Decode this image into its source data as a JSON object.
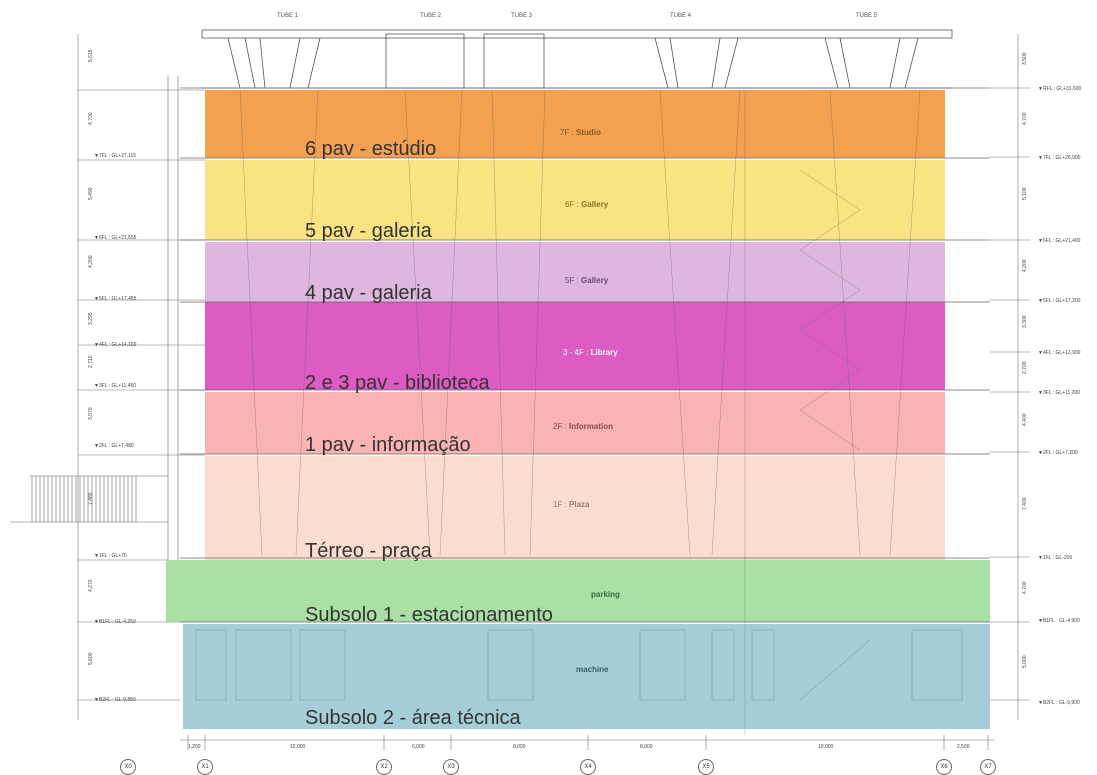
{
  "tubes": [
    "TUBE 1",
    "TUBE 2",
    "TUBE 3",
    "TUBE 4",
    "TUBE 5"
  ],
  "floors": [
    {
      "caption": "6 pav - estúdio",
      "tag_prefix": "7F : ",
      "tag_name": "Studio",
      "color": "#f08a24",
      "tag_color": "#8a5a20"
    },
    {
      "caption": "5 pav - galeria",
      "tag_prefix": "6F : ",
      "tag_name": "Gallery",
      "color": "#f8d95a",
      "tag_color": "#8a7320"
    },
    {
      "caption": "4 pav - galeria",
      "tag_prefix": "5F : ",
      "tag_name": "Gallery",
      "color": "#d7a4d4",
      "tag_color": "#6a4a6a"
    },
    {
      "caption": "2 e 3 pav - biblioteca",
      "tag_prefix": "3 - 4F : ",
      "tag_name": "Library",
      "color": "#d63fb8",
      "tag_color": "#ffffff"
    },
    {
      "caption": "1 pav - informação",
      "tag_prefix": "2F : ",
      "tag_name": "Information",
      "color": "#f79a9a",
      "tag_color": "#8a4a4a"
    },
    {
      "caption": "Térreo - praça",
      "tag_prefix": "1F : ",
      "tag_name": "Plaza",
      "color": "#f8d2bd",
      "tag_color": "#9a7a6a"
    },
    {
      "caption": "Subsolo 1 - estacionamento",
      "tag_prefix": "",
      "tag_name": "parking",
      "color": "#8ed488",
      "tag_color": "#3a6a3a"
    },
    {
      "caption": "Subsolo 2 - área técnica",
      "tag_prefix": "",
      "tag_name": "machine",
      "color": "#7fb8c6",
      "tag_color": "#3a5a6a"
    }
  ],
  "axis_labels": [
    "X0",
    "X1",
    "X2",
    "X3",
    "X4",
    "X5",
    "X6",
    "X7"
  ],
  "bottom_dims": [
    "1,200",
    "12,000",
    "6,000",
    "8,000",
    "8,000",
    "10,000",
    "2,500"
  ],
  "left_levels": [
    "▼7FL : GL+27,115",
    "▼6FL : GL+21,655",
    "▼5FL : GL+17,455",
    "▼4FL : GL+14,160",
    "▼3FL : GL+11,450",
    "▼2FL : GL+7,480",
    "▼1FL : GL+70",
    "▼B1FL : GL-4,250",
    "▼B2FL : GL-9,850"
  ],
  "right_levels": [
    "▼RFL : GL+31,600",
    "▼7FL : GL+26,900",
    "▼6FL : GL+21,400",
    "▼5FL : GL+17,200",
    "▼4FL : GL+13,900",
    "▼3FL : GL+11,200",
    "▼2FL : GL+7,200",
    "▼1FL : GL-200",
    "▼B1FL : GL-4,900",
    "▼B2FL : GL-9,900"
  ],
  "left_dims": [
    "5,615",
    "4,700",
    "5,490",
    "4,200",
    "3,295",
    "2,710",
    "3,970",
    "7,480",
    "4,270",
    "5,600"
  ],
  "right_dims": [
    "3,500",
    "4,700",
    "5,100",
    "4,200",
    "3,300",
    "2,700",
    "4,400",
    "7,400",
    "4,700",
    "5,000"
  ]
}
